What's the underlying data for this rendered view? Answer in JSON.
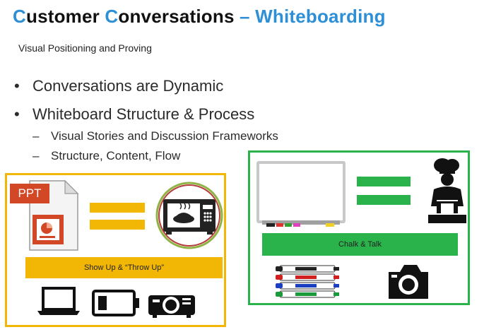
{
  "header": {
    "title_c1": "C",
    "title_w1": "ustomer ",
    "title_c2": "C",
    "title_w2": "onversations",
    "title_accent": " – Whiteboarding",
    "subtitle": "Visual Positioning and Proving"
  },
  "bullets": [
    {
      "label": "Conversations are Dynamic"
    },
    {
      "label": "Whiteboard Structure & Process"
    }
  ],
  "sub_bullets": [
    {
      "label": "Visual Stories and Discussion Frameworks"
    },
    {
      "label": "Structure, Content, Flow"
    }
  ],
  "bullet_glyph": "•",
  "dash_glyph": "–",
  "left_panel": {
    "ppt_label": "PPT",
    "caption": "Show Up & “Throw Up”",
    "icons": [
      "document-icon",
      "microwave-icon",
      "laptop-icon",
      "battery-icon",
      "projector-icon"
    ]
  },
  "right_panel": {
    "caption": "Chalk & Talk",
    "icons": [
      "whiteboard-icon",
      "chef-icon",
      "markers-icon",
      "camera-icon"
    ]
  },
  "colors": {
    "accent_blue": "#2d8fd5",
    "yellow": "#f2b705",
    "green": "#2ab24b",
    "ppt_orange": "#d24726"
  }
}
